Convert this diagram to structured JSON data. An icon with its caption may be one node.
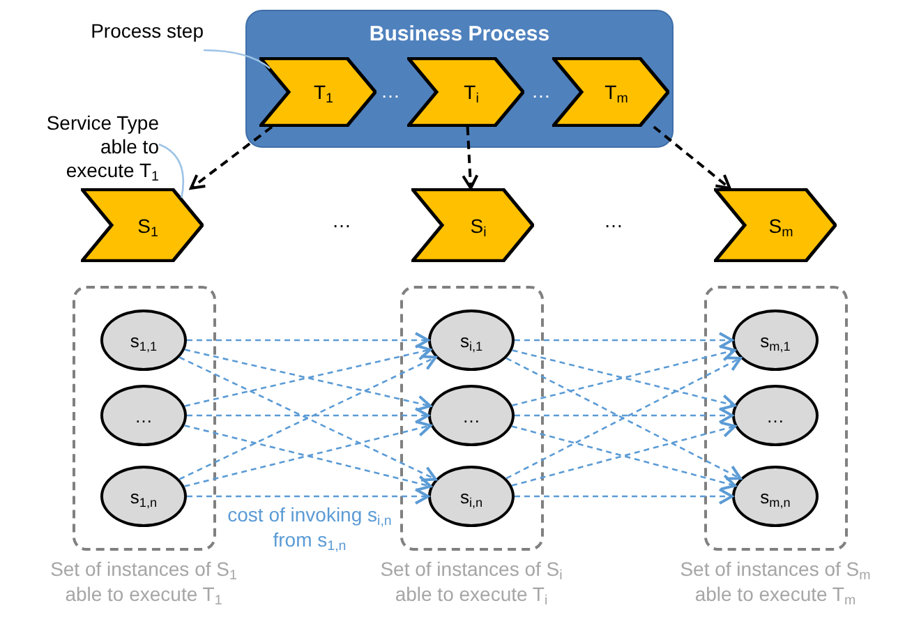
{
  "diagram": {
    "nodes": [
      {
        "text": [
          "Business Process"
        ]
      },
      {
        "text": [
          "T$_{1}$"
        ],
        "in": 0
      },
      {
        "text": [
          "T$_{i}$"
        ],
        "in": 0
      },
      {
        "text": [
          "T$_{m}$"
        ],
        "in": 0
      },
      {
        "text": [
          "Process step"
        ]
      },
      {
        "text": [
          "S$_{1}$"
        ]
      },
      {
        "text": [
          "S$_{i}$"
        ]
      },
      {
        "text": [
          "S$_{m}$"
        ]
      },
      {
        "text": [
          "Service Type able to execute T$_{1}$"
        ]
      },
      {
        "text": [
          "Set of instances of S$_{1}$ able to execute T$_{1}$"
        ]
      },
      {
        "text": [
          "s$_{1,1}$"
        ],
        "in": 9
      },
      {
        "text": [
          "…"
        ],
        "in": 9
      },
      {
        "text": [
          "s$_{1,n}$"
        ],
        "in": 9
      },
      {
        "text": [
          "Set of instances of S$_{i}$ able to execute T$_{i}$"
        ]
      },
      {
        "text": [
          "s$_{i,1}$"
        ],
        "in": 13
      },
      {
        "text": [
          "…"
        ],
        "in": 13
      },
      {
        "text": [
          "s$_{i,n}$"
        ],
        "in": 13
      },
      {
        "text": [
          "Set of instances of S$_{m}$ able to execute T$_{m}$"
        ]
      },
      {
        "text": [
          "s$_{m,1}$"
        ],
        "in": 17
      },
      {
        "text": [
          "…"
        ],
        "in": 17
      },
      {
        "text": [
          "s$_{m,n}$"
        ],
        "in": 17
      }
    ],
    "edges": [
      {
        "from": 1,
        "to": 5,
        "arrow": "to",
        "style": "dashed",
        "color": "#000000"
      },
      {
        "from": 2,
        "to": 6,
        "arrow": "to",
        "style": "dashed",
        "color": "#000000"
      },
      {
        "from": 3,
        "to": 7,
        "arrow": "to",
        "style": "dashed",
        "color": "#000000"
      },
      {
        "from": 4,
        "to": 1,
        "arrow": "none",
        "color": "#9dc3e6"
      },
      {
        "from": 8,
        "to": 5,
        "arrow": "none",
        "color": "#9dc3e6"
      },
      {
        "from": 10,
        "to": 14,
        "arrow": "to",
        "style": "dashed",
        "color": "#5b9bd5"
      },
      {
        "from": 10,
        "to": 15,
        "arrow": "to",
        "style": "dashed",
        "color": "#5b9bd5"
      },
      {
        "from": 10,
        "to": 16,
        "arrow": "to",
        "style": "dashed",
        "color": "#5b9bd5"
      },
      {
        "from": 11,
        "to": 14,
        "arrow": "to",
        "style": "dashed",
        "color": "#5b9bd5"
      },
      {
        "from": 11,
        "to": 15,
        "arrow": "to",
        "style": "dashed",
        "color": "#5b9bd5"
      },
      {
        "from": 11,
        "to": 16,
        "arrow": "to",
        "style": "dashed",
        "color": "#5b9bd5"
      },
      {
        "from": 12,
        "to": 14,
        "arrow": "to",
        "style": "dashed",
        "color": "#5b9bd5"
      },
      {
        "from": 12,
        "to": 15,
        "arrow": "to",
        "style": "dashed",
        "color": "#5b9bd5"
      },
      {
        "from": 12,
        "to": 16,
        "arrow": "to",
        "style": "dashed",
        "color": "#5b9bd5",
        "label": "cost of invoking s$_{i,n}$ from s$_{1,n}$"
      },
      {
        "from": 14,
        "to": 18,
        "arrow": "to",
        "style": "dashed",
        "color": "#5b9bd5"
      },
      {
        "from": 14,
        "to": 19,
        "arrow": "to",
        "style": "dashed",
        "color": "#5b9bd5"
      },
      {
        "from": 14,
        "to": 20,
        "arrow": "to",
        "style": "dashed",
        "color": "#5b9bd5"
      },
      {
        "from": 15,
        "to": 18,
        "arrow": "to",
        "style": "dashed",
        "color": "#5b9bd5"
      },
      {
        "from": 15,
        "to": 19,
        "arrow": "to",
        "style": "dashed",
        "color": "#5b9bd5"
      },
      {
        "from": 15,
        "to": 20,
        "arrow": "to",
        "style": "dashed",
        "color": "#5b9bd5"
      },
      {
        "from": 16,
        "to": 18,
        "arrow": "to",
        "style": "dashed",
        "color": "#5b9bd5"
      },
      {
        "from": 16,
        "to": 19,
        "arrow": "to",
        "style": "dashed",
        "color": "#5b9bd5"
      },
      {
        "from": 16,
        "to": 20,
        "arrow": "to",
        "style": "dashed",
        "color": "#5b9bd5"
      }
    ],
    "labels": [
      "…",
      "…",
      "…",
      "…"
    ]
  }
}
